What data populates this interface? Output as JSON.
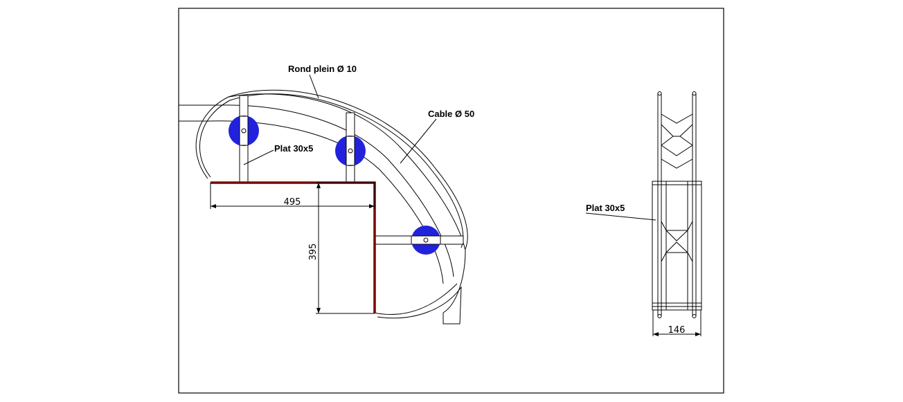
{
  "labels": {
    "rond_plein": "Rond plein Ø 10",
    "cable": "Cable Ø 50",
    "plat_left": "Plat  30x5",
    "plat_right": "Plat  30x5"
  },
  "dimensions": {
    "width": "495",
    "height": "395",
    "side_width": "146"
  },
  "colors": {
    "pulley": "#2222dd",
    "corner_profile": "#7a0000"
  }
}
